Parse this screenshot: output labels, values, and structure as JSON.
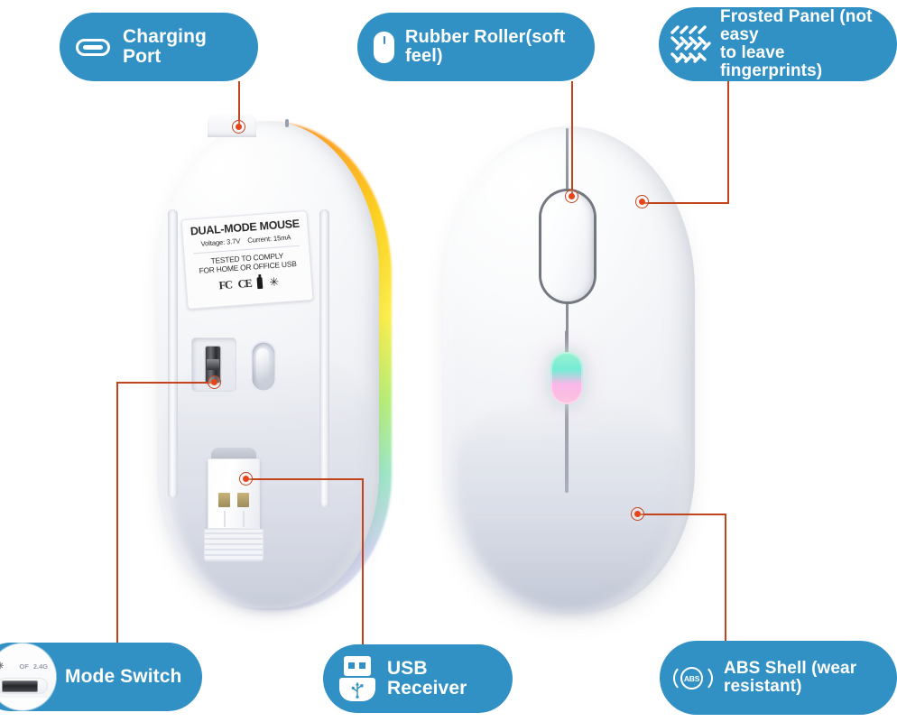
{
  "graphic": {
    "kind": "product-feature-infographic",
    "subject": "Dual-mode wireless mouse",
    "accent_blue": "#3190c4",
    "connector_color": "#c2441d",
    "marker_color": "#e8441a",
    "background": "#ffffff"
  },
  "callouts": [
    {
      "id": "charging-port",
      "label": "Charging Port",
      "icon": "usb-c-port-icon",
      "font_size": 21
    },
    {
      "id": "rubber-roller",
      "label": "Rubber Roller(soft feel)",
      "icon": "mouse-icon",
      "font_size": 21
    },
    {
      "id": "frosted-panel",
      "label": "Frosted Panel (not easy\nto leave fingerprints)",
      "icon": "crosshatch-weave-icon",
      "font_size": 19
    },
    {
      "id": "mode-switch",
      "label": "Mode Switch",
      "icon": "mode-switch-photo-thumbnail",
      "font_size": 21
    },
    {
      "id": "usb-receiver",
      "label": "USB Receiver",
      "icon": "usb-flash-drive-icon",
      "font_size": 21
    },
    {
      "id": "abs-shell",
      "label": "ABS Shell (wear\nresistant)",
      "icon": "abs-material-icon",
      "font_size": 19
    }
  ],
  "thumbnail": {
    "bluetooth_glyph": "✳",
    "off_text": "OF",
    "band_text": "2.4G"
  },
  "product_label": {
    "title": "DUAL-MODE MOUSE",
    "voltage": "Voltage: 3.7V",
    "current": "Current: 15mA",
    "comply_line_1": "TESTED TO COMPLY",
    "comply_line_2": "FOR HOME OR OFFICE USB",
    "certs": {
      "fcc": "FC",
      "ce": "CE",
      "usb": "usb-drive-mark",
      "bluetooth": "✳"
    }
  },
  "abs_icon": {
    "text": "ABS"
  },
  "views": [
    {
      "id": "mouse-bottom-view",
      "name": "Mouse bottom view with RGB light edge"
    },
    {
      "id": "mouse-top-view",
      "name": "Mouse top view with scroll wheel and RGB indicator"
    }
  ]
}
